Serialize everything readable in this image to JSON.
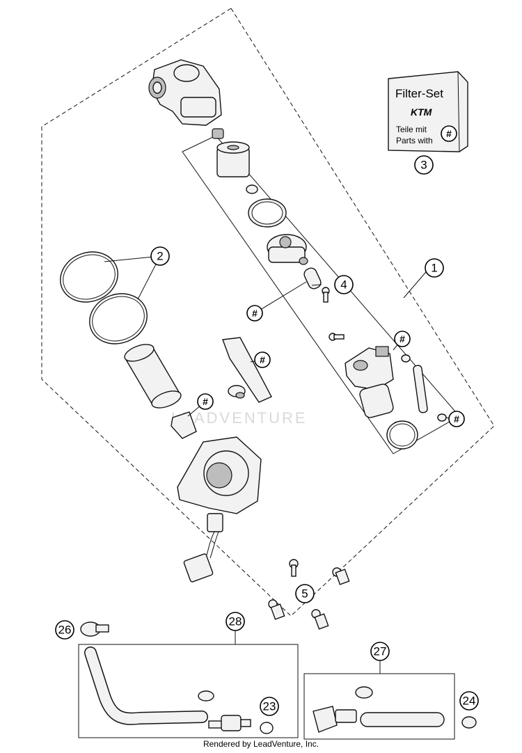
{
  "filter_set": {
    "title": "Filter-Set",
    "brand": "KTM",
    "line1": "Teile mit",
    "line2": "Parts with",
    "hash": "#"
  },
  "callouts": {
    "c1": "1",
    "c2": "2",
    "c3": "3",
    "c4": "4",
    "c5": "5",
    "c23": "23",
    "c24": "24",
    "c26": "26",
    "c27": "27",
    "c28": "28"
  },
  "hash_markers": {
    "h1": "#",
    "h2": "#",
    "h3": "#",
    "h4": "#",
    "h5": "#",
    "h6": "#"
  },
  "watermark": "LEADVENTURE",
  "footer": "Rendered by LeadVenture, Inc."
}
